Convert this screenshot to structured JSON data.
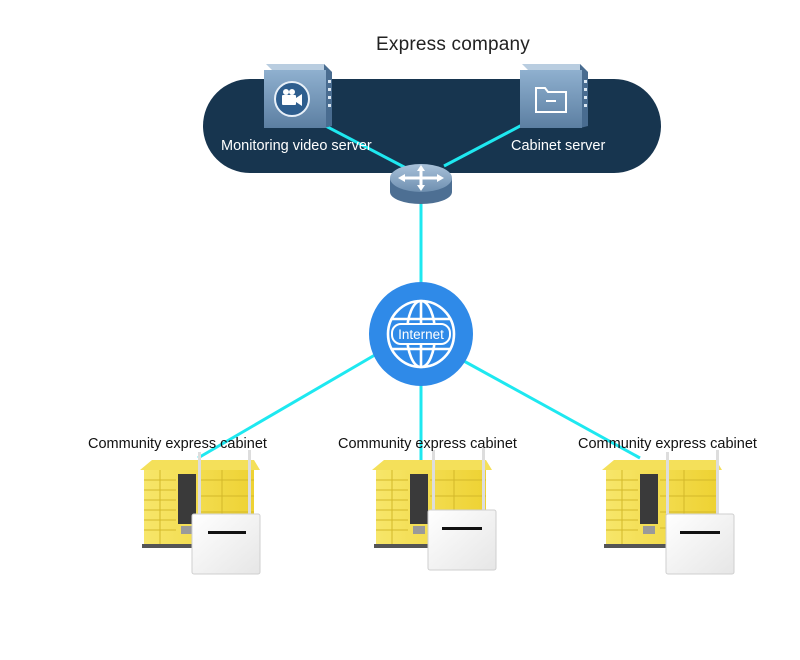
{
  "company": {
    "title": "Express company"
  },
  "servers": [
    {
      "label": "Monitoring video server",
      "icon": "video-camera-icon"
    },
    {
      "label": "Cabinet server",
      "icon": "folder-icon"
    }
  ],
  "network": {
    "cloud_label": "Internet",
    "cloud_icon": "globe-icon",
    "hub_icon": "router-icon"
  },
  "sites": [
    {
      "label": "Community express cabinet"
    },
    {
      "label": "Community express cabinet"
    },
    {
      "label": "Community express cabinet"
    }
  ],
  "colors": {
    "datacenter_bg": "#17354f",
    "link": "#1ee8f0",
    "internet": "#2f8ae8",
    "cabinet": "#f2df47",
    "server": "#6a8fb3"
  }
}
